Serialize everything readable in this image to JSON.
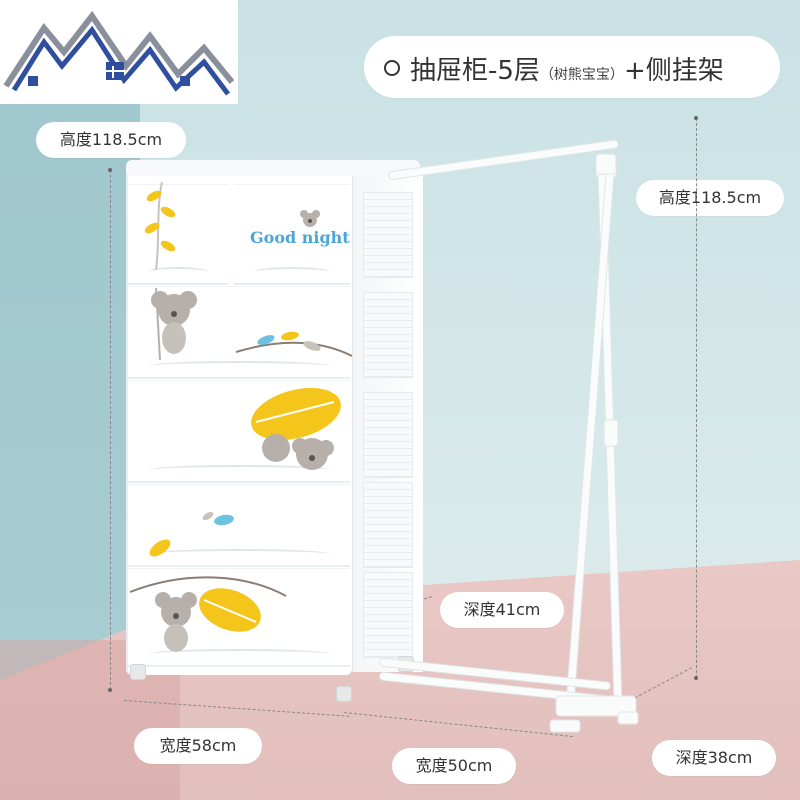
{
  "title": {
    "main": "抽屉柜-5层",
    "sub": "（树熊宝宝）",
    "suffix": "+侧挂架"
  },
  "labels": {
    "cabinet_height": "高度118.5cm",
    "rack_height": "高度118.5cm",
    "rack_depth_top": "深度41cm",
    "cabinet_width": "宽度58cm",
    "rack_width": "宽度50cm",
    "rack_depth_bottom": "深度38cm"
  },
  "decals": {
    "good_night": "Good night"
  },
  "colors": {
    "logo_blue": "#2f4f9e",
    "logo_gray": "#8a8f9c",
    "leaf_yellow": "#f4c51a",
    "leaf_teal": "#6cc2e0",
    "koala_gray": "#b7b0aa"
  }
}
